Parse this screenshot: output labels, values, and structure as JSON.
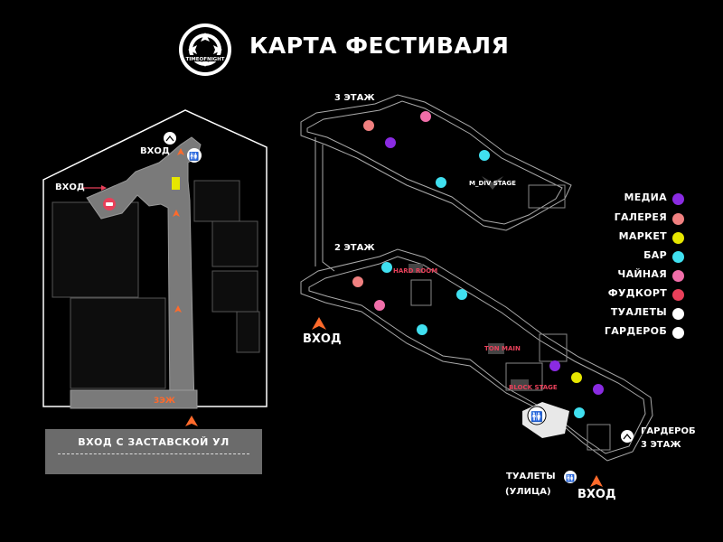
{
  "title": "КАРТА ФЕСТИВАЛЯ",
  "logo_text": "TIMEOFNIGHT",
  "site_plan": {
    "entrance_top": "ВХОД",
    "entrance_left": "ВХОД",
    "floor3_marker": "3ЭЖ",
    "street_label": "ВХОД С ЗАСТАВСКОЙ УЛ"
  },
  "floors": {
    "floor3_label": "3 ЭТАЖ",
    "floor2_label": "2 ЭТАЖ",
    "stage_mdiv": "M_DIV STAGE",
    "stage_hard": "HARD ROOM",
    "stage_ton": "TON MAIN",
    "stage_block": "BLOCK STAGE",
    "entrance_main": "ВХОД",
    "entrance_bottom": "ВХОД",
    "toilets_street": "ТУАЛЕТЫ\n(УЛИЦА)",
    "toilets_street_line1": "ТУАЛЕТЫ",
    "toilets_street_line2": "(УЛИЦА)",
    "wardrobe3_line1": "ГАРДЕРОБ",
    "wardrobe3_line2": "3 ЭТАЖ"
  },
  "legend": [
    {
      "label": "МЕДИА",
      "icon": "media-icon",
      "color": "#8a2be2"
    },
    {
      "label": "ГАЛЕРЕЯ",
      "icon": "gallery-icon",
      "color": "#f08080"
    },
    {
      "label": "МАРКЕТ",
      "icon": "market-icon",
      "color": "#e6e600"
    },
    {
      "label": "БАР",
      "icon": "bar-icon",
      "color": "#40e0f0"
    },
    {
      "label": "ЧАЙНАЯ",
      "icon": "tea-icon",
      "color": "#f06ea9"
    },
    {
      "label": "ФУДКОРТ",
      "icon": "foodcourt-icon",
      "color": "#e8405a"
    },
    {
      "label": "ТУАЛЕТЫ",
      "icon": "toilets-icon",
      "color": "#ffffff"
    },
    {
      "label": "ГАРДЕРОБ",
      "icon": "wardrobe-icon",
      "color": "#ffffff"
    }
  ],
  "colors": {
    "accent_orange": "#ff6a2b",
    "accent_red": "#e8405a",
    "building_gray": "#7a7a7a"
  }
}
